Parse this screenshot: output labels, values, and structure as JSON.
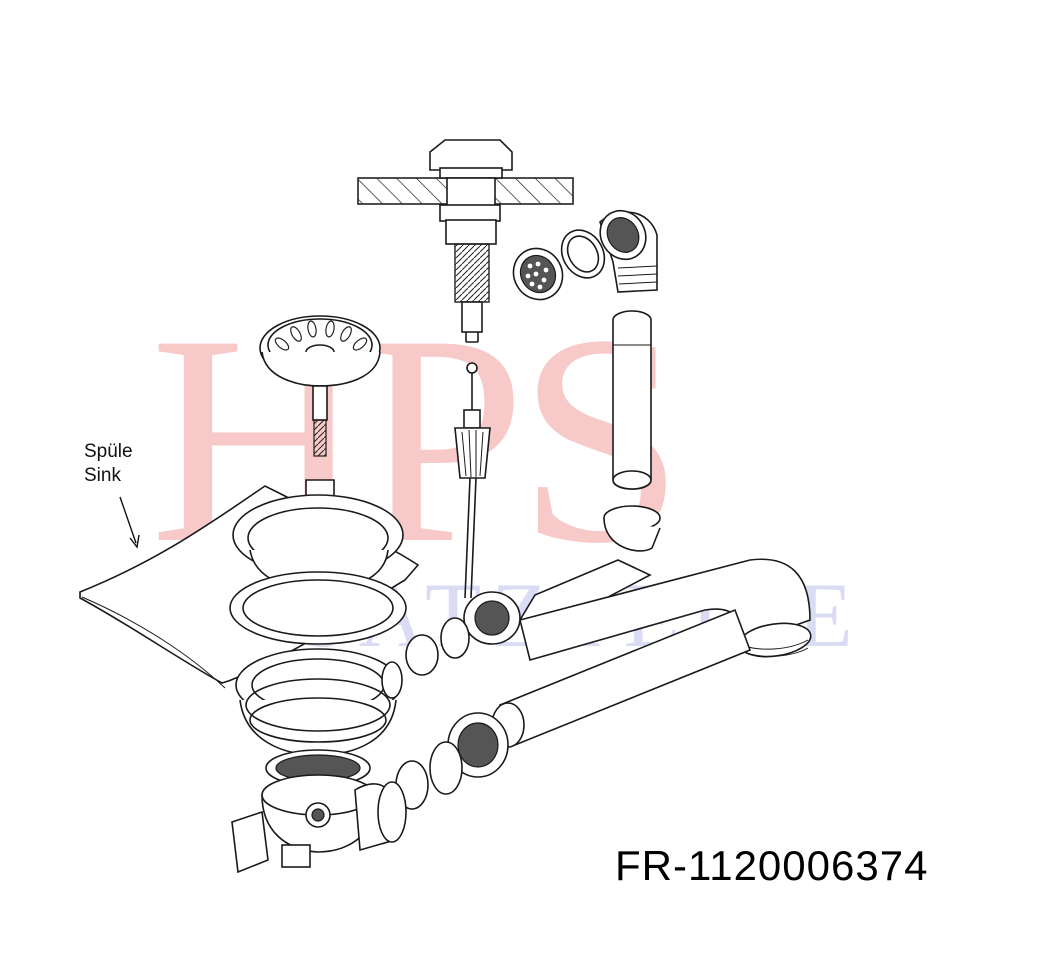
{
  "watermark": {
    "brand": "HPS",
    "subtitle": "ERSATZTEILE",
    "brand_color": "#f7c9c9",
    "subtitle_color": "#d9dcf3"
  },
  "callout": {
    "line_de": "Spüle",
    "line_en": "Sink"
  },
  "part_number": "FR-1120006374"
}
